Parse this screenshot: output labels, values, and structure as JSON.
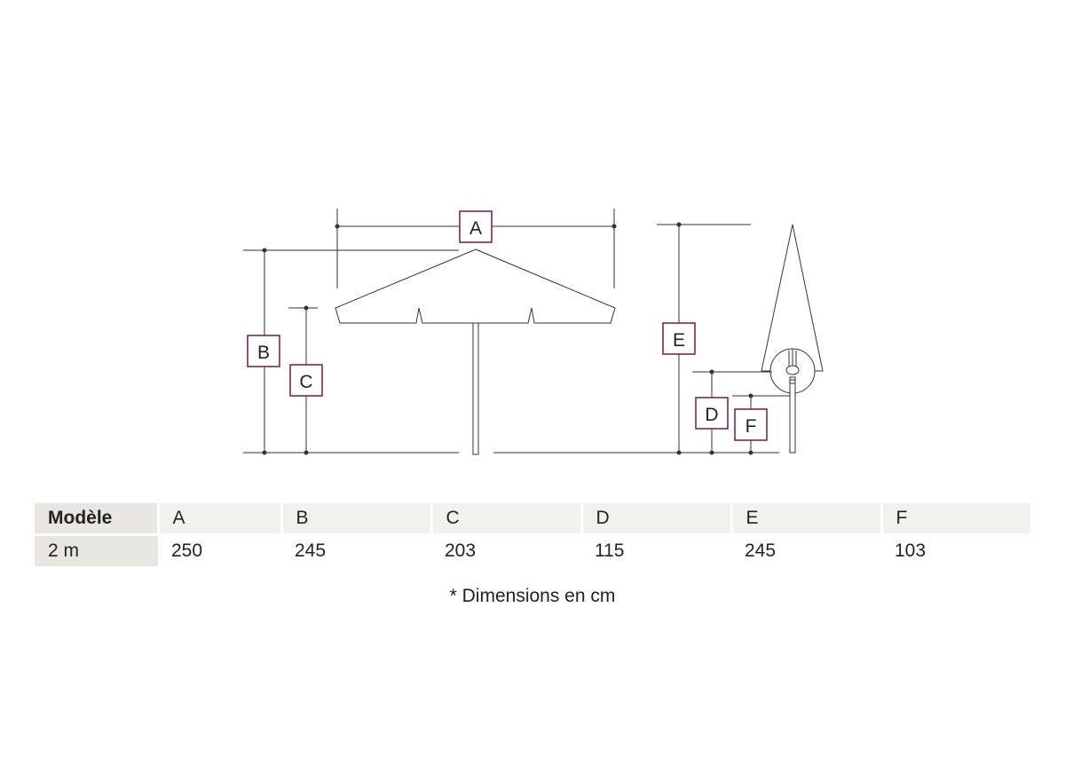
{
  "labels": {
    "a": "A",
    "b": "B",
    "c": "C",
    "d": "D",
    "e": "E",
    "f": "F"
  },
  "table": {
    "header": [
      "Modèle",
      "A",
      "B",
      "C",
      "D",
      "E",
      "F"
    ],
    "rows": [
      [
        "2 m",
        "250",
        "245",
        "203",
        "115",
        "245",
        "103"
      ]
    ]
  },
  "note": "* Dimensions en cm",
  "colors": {
    "label_border": "#7a1a3a",
    "line": "#333333"
  }
}
